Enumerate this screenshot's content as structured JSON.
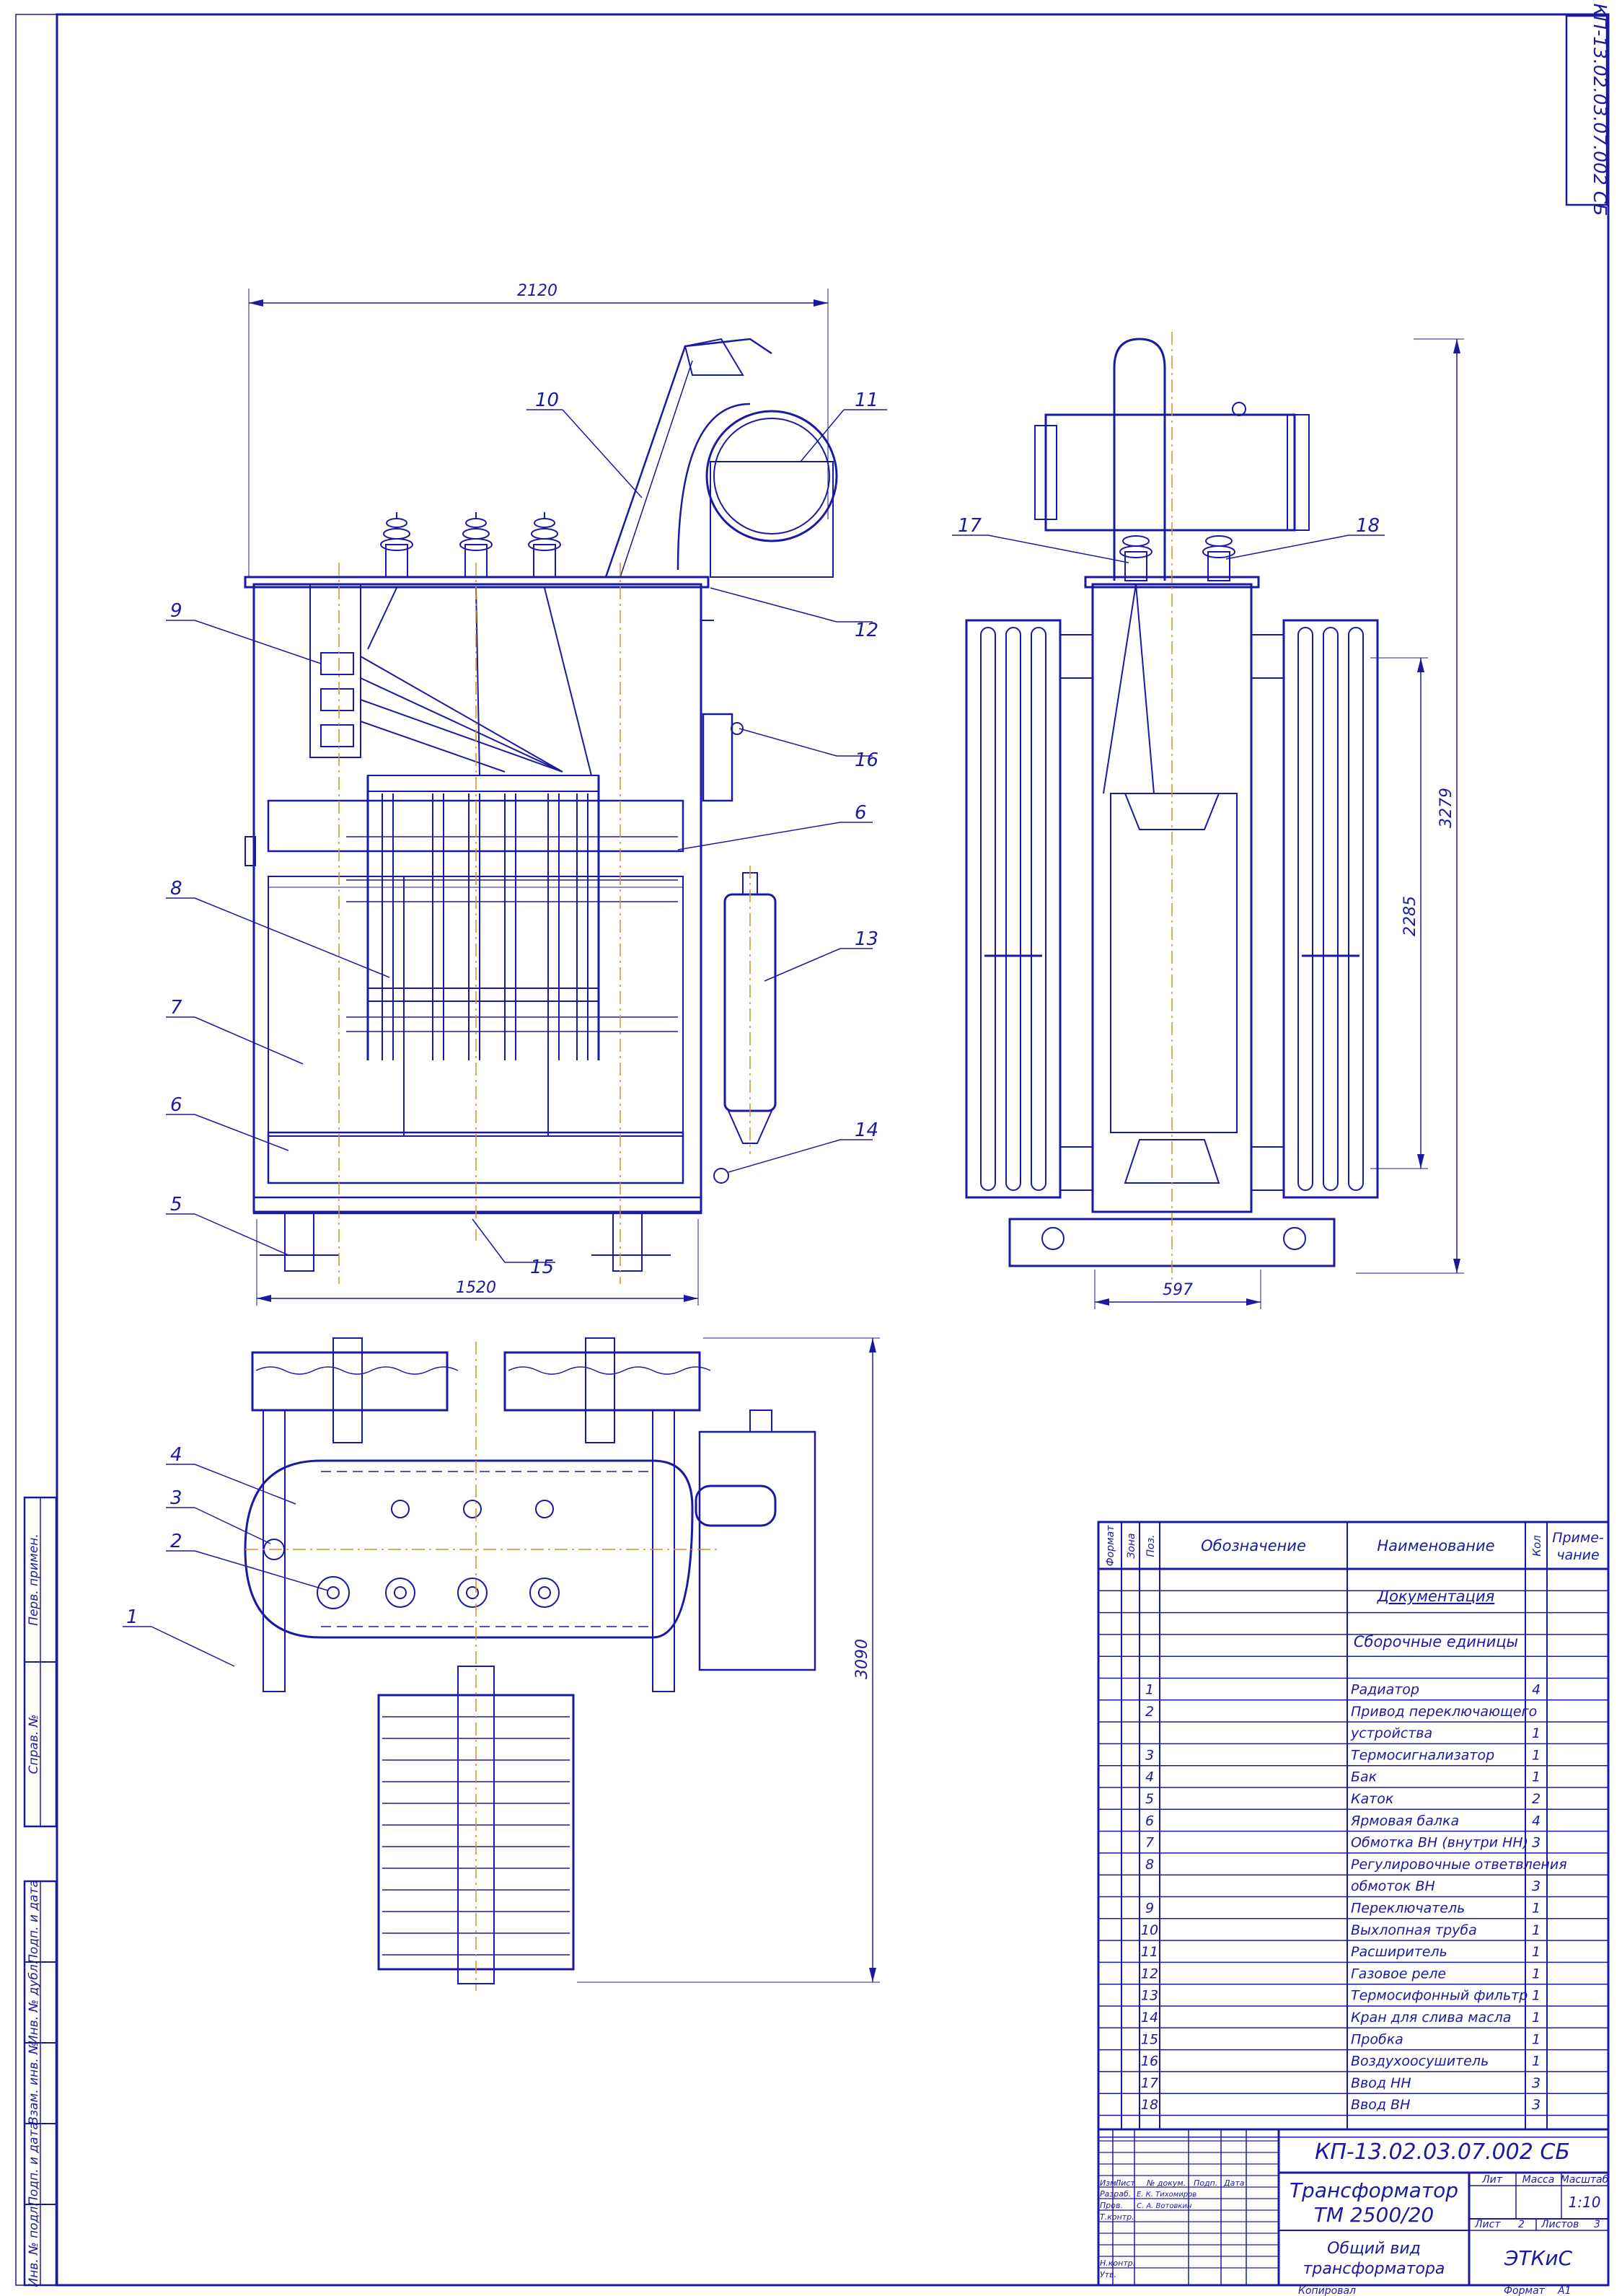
{
  "drawing": {
    "code_corner": "КП-13.02.03.07.002 СБ",
    "title_code": "КП-13.02.03.07.002 СБ",
    "product_name_1": "Трансформатор",
    "product_name_2": "ТМ 2500/20",
    "sheet_title_1": "Общий вид",
    "sheet_title_2": "трансформатора",
    "org": "ЭТКиС",
    "scale": "1:10",
    "sheet_label": "Лист",
    "sheet_no": "2",
    "sheets_label": "Листов",
    "sheets_total": "3",
    "lit_label": "Лит",
    "mass_label": "Масса",
    "scale_label": "Масштаб",
    "copied_label": "Копировал",
    "format_label": "Формат",
    "format_value": "А1"
  },
  "stamp_roles": {
    "izm": "Изм.",
    "list": "Лист",
    "doc_no": "№ докум.",
    "sign": "Подп.",
    "date": "Дата",
    "razrab": "Разраб.",
    "razrab_name": "Е. К. Тихомиров",
    "prov": "Пров.",
    "prov_name": "С. А. Вотовкин",
    "tkontr": "Т.контр.",
    "nkontr": "Н.контр.",
    "utv": "Утв."
  },
  "left_strip": [
    "Перв. примен.",
    "Справ. №",
    "Подп. и дата",
    "Инв. № дубл.",
    "Взам. инв. №",
    "Подп. и дата",
    "Инв. № подл."
  ],
  "dimensions": {
    "front_width": "2120",
    "front_base": "1520",
    "side_base": "597",
    "side_height": "3279",
    "side_inner": "2285",
    "plan_depth": "3090"
  },
  "callouts": {
    "front": [
      "10",
      "11",
      "9",
      "12",
      "16",
      "6",
      "8",
      "13",
      "7",
      "6",
      "14",
      "5",
      "15"
    ],
    "side": [
      "17",
      "18"
    ],
    "plan": [
      "4",
      "3",
      "2",
      "1"
    ]
  },
  "bom": {
    "headers": {
      "format": "Формат",
      "zone": "Зона",
      "pos": "Поз.",
      "designation": "Обозначение",
      "name": "Наименование",
      "qty": "Кол",
      "note_1": "Приме-",
      "note_2": "чание"
    },
    "section_docs": "Документация",
    "section_units": "Сборочные единицы",
    "rows": [
      {
        "pos": "1",
        "name": "Радиатор",
        "qty": "4"
      },
      {
        "pos": "2",
        "name": "Привод переключающего",
        "qty": ""
      },
      {
        "pos": "",
        "name": "устройства",
        "qty": "1"
      },
      {
        "pos": "3",
        "name": "Термосигнализатор",
        "qty": "1"
      },
      {
        "pos": "4",
        "name": "Бак",
        "qty": "1"
      },
      {
        "pos": "5",
        "name": "Каток",
        "qty": "2"
      },
      {
        "pos": "6",
        "name": "Ярмовая балка",
        "qty": "4"
      },
      {
        "pos": "7",
        "name": "Обмотка ВН (внутри НН)",
        "qty": "3"
      },
      {
        "pos": "8",
        "name": "Регулировочные ответвления",
        "qty": ""
      },
      {
        "pos": "",
        "name": "обмоток ВН",
        "qty": "3"
      },
      {
        "pos": "9",
        "name": "Переключатель",
        "qty": "1"
      },
      {
        "pos": "10",
        "name": "Выхлопная труба",
        "qty": "1"
      },
      {
        "pos": "11",
        "name": "Расширитель",
        "qty": "1"
      },
      {
        "pos": "12",
        "name": "Газовое реле",
        "qty": "1"
      },
      {
        "pos": "13",
        "name": "Термосифонный фильтр",
        "qty": "1"
      },
      {
        "pos": "14",
        "name": "Кран для слива масла",
        "qty": "1"
      },
      {
        "pos": "15",
        "name": "Пробка",
        "qty": "1"
      },
      {
        "pos": "16",
        "name": "Воздухоосушитель",
        "qty": "1"
      },
      {
        "pos": "17",
        "name": "Ввод НН",
        "qty": "3"
      },
      {
        "pos": "18",
        "name": "Ввод ВН",
        "qty": "3"
      }
    ]
  },
  "colors": {
    "line": "#1a1aa0",
    "axis": "#d4902a",
    "paper": "#ffffff"
  }
}
